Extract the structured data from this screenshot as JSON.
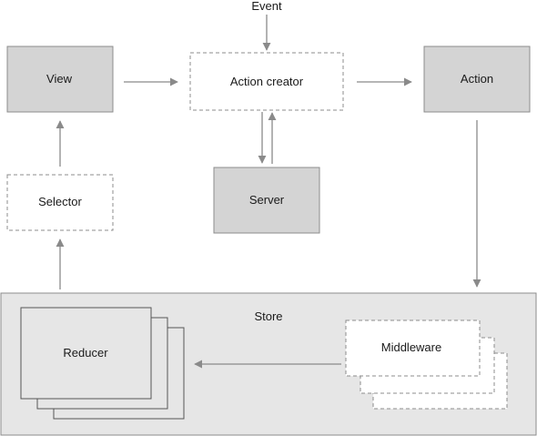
{
  "nodes": {
    "event": "Event",
    "view": "View",
    "action_creator": "Action creator",
    "action": "Action",
    "server": "Server",
    "selector": "Selector",
    "store": "Store",
    "reducer": "Reducer",
    "middleware": "Middleware"
  },
  "colors": {
    "solid_fill": "#d4d4d4",
    "store_fill": "#e6e6e6",
    "border": "#8c8c8c",
    "arrow": "#8a8a8a",
    "dashed_fill": "#ffffff"
  },
  "edges": [
    {
      "from": "event",
      "to": "action_creator"
    },
    {
      "from": "view",
      "to": "action_creator"
    },
    {
      "from": "action_creator",
      "to": "action"
    },
    {
      "from": "action_creator",
      "to": "server"
    },
    {
      "from": "server",
      "to": "action_creator"
    },
    {
      "from": "action",
      "to": "middleware"
    },
    {
      "from": "middleware",
      "to": "reducer"
    },
    {
      "from": "store",
      "to": "selector"
    },
    {
      "from": "selector",
      "to": "view"
    }
  ]
}
